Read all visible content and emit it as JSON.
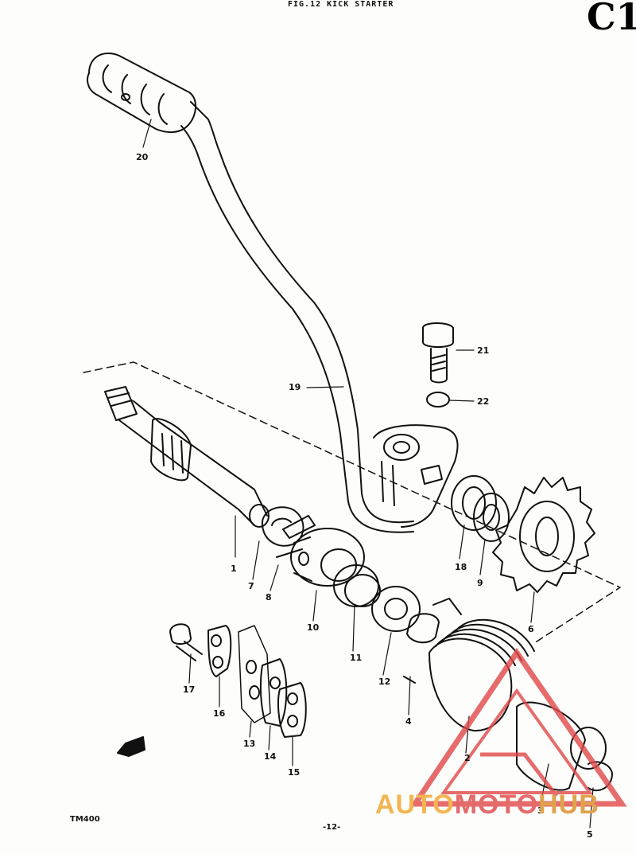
{
  "header": {
    "title": "FIG.12 KICK STARTER",
    "corner_mark": "C1"
  },
  "footer": {
    "model": "TM400",
    "page": "-12-"
  },
  "watermark": {
    "part1": "AUTO",
    "part2": "MOTO",
    "part3": "HUB"
  },
  "colors": {
    "ink": "#111111",
    "paper": "#fdfdfb",
    "logo_red": "#e04848",
    "logo_orange": "#f3b552"
  },
  "callouts": [
    {
      "id": "1",
      "text": "1"
    },
    {
      "id": "2",
      "text": "2"
    },
    {
      "id": "3",
      "text": "3"
    },
    {
      "id": "4",
      "text": "4"
    },
    {
      "id": "5",
      "text": "5"
    },
    {
      "id": "6",
      "text": "6"
    },
    {
      "id": "7",
      "text": "7"
    },
    {
      "id": "8",
      "text": "8"
    },
    {
      "id": "9",
      "text": "9"
    },
    {
      "id": "10",
      "text": "10"
    },
    {
      "id": "11",
      "text": "11"
    },
    {
      "id": "12",
      "text": "12"
    },
    {
      "id": "13",
      "text": "13"
    },
    {
      "id": "14",
      "text": "14"
    },
    {
      "id": "15",
      "text": "15"
    },
    {
      "id": "16",
      "text": "16"
    },
    {
      "id": "17",
      "text": "17"
    },
    {
      "id": "18",
      "text": "18"
    },
    {
      "id": "19",
      "text": "19"
    },
    {
      "id": "20",
      "text": "20"
    },
    {
      "id": "21",
      "text": "21"
    },
    {
      "id": "22",
      "text": "22"
    }
  ]
}
